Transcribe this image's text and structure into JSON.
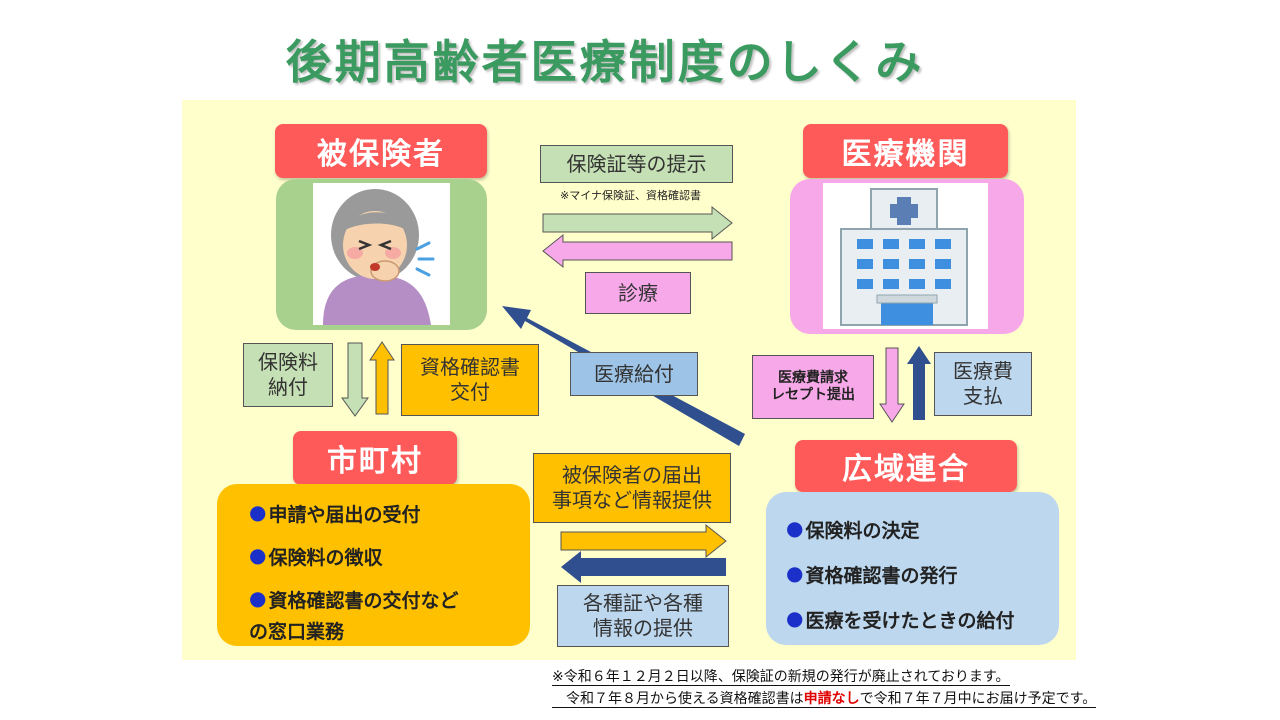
{
  "title": "後期高齢者医療制度のしくみ",
  "insured": {
    "header": "被保険者",
    "icon": "elderly-coughing-woman"
  },
  "medical": {
    "header": "医療機関",
    "icon": "hospital-building"
  },
  "municipality": {
    "header": "市町村",
    "items": [
      "申請や届出の受付",
      "保険料の徴収",
      "資格確認書の交付など",
      "の窓口業務"
    ]
  },
  "union": {
    "header": "広域連合",
    "items": [
      "保険料の決定",
      "資格確認書の発行",
      "医療を受けたときの給付"
    ]
  },
  "bullet": "●",
  "flows": {
    "present_card": "保険証等の提示",
    "present_note": "※マイナ保険証、資格確認書",
    "treatment": "診療",
    "premium_pay_1": "保険料",
    "premium_pay_2": "納付",
    "card_issue_1": "資格確認書",
    "card_issue_2": "交付",
    "benefit": "医療給付",
    "claim_1": "医療費請求",
    "claim_2": "レセプト提出",
    "cost_pay_1": "医療費",
    "cost_pay_2": "支払",
    "info_up_1": "被保険者の届出",
    "info_up_2": "事項など情報提供",
    "info_down_1": "各種証や各種",
    "info_down_2": "情報の提供"
  },
  "footnote": {
    "line1": "※令和６年１２月２日以降、保険証の新規の発行が廃止されております。",
    "line2_pre": "　令和７年８月から使える資格確認書は",
    "line2_red": "申請なし",
    "line2_post": "で令和７年７月中にお届け予定です。"
  },
  "colors": {
    "title": "#3a9a5f",
    "header": "#ff5a5a",
    "green_panel": "#a9d18e",
    "pink_panel": "#f7a8e8",
    "orange_panel": "#ffc000",
    "blue_panel": "#bdd7ee",
    "navy_arrow": "#2f4f8f",
    "bullet": "#1a30c8",
    "note_red": "#e00000"
  }
}
